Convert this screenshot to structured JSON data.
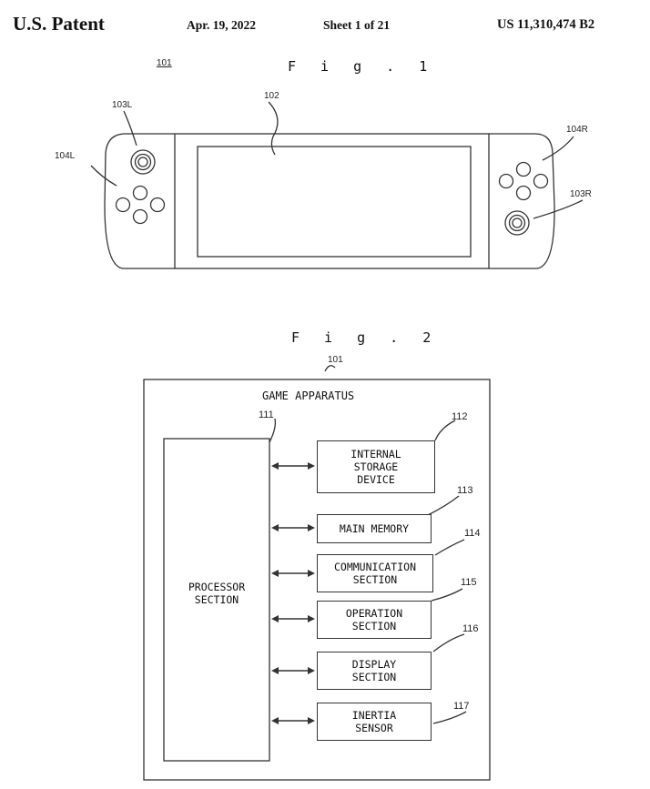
{
  "header": {
    "office": "U.S. Patent",
    "date": "Apr. 19, 2022",
    "sheet": "Sheet 1 of 21",
    "patent_number": "US 11,310,474 B2"
  },
  "fig1": {
    "title": "F i g . 1",
    "refs": {
      "apparatus": "101",
      "display": "102",
      "stick_left": "103L",
      "stick_right": "103R",
      "buttons_left": "104L",
      "buttons_right": "104R"
    }
  },
  "fig2": {
    "title": "F i g . 2",
    "apparatus_ref": "101",
    "apparatus_label": "GAME APPARATUS",
    "processor": {
      "ref": "111",
      "label": "PROCESSOR\nSECTION"
    },
    "blocks": [
      {
        "ref": "112",
        "label": "INTERNAL\nSTORAGE\nDEVICE"
      },
      {
        "ref": "113",
        "label": "MAIN MEMORY"
      },
      {
        "ref": "114",
        "label": "COMMUNICATION\nSECTION"
      },
      {
        "ref": "115",
        "label": "OPERATION\nSECTION"
      },
      {
        "ref": "116",
        "label": "DISPLAY\nSECTION"
      },
      {
        "ref": "117",
        "label": "INERTIA\nSENSOR"
      }
    ]
  }
}
